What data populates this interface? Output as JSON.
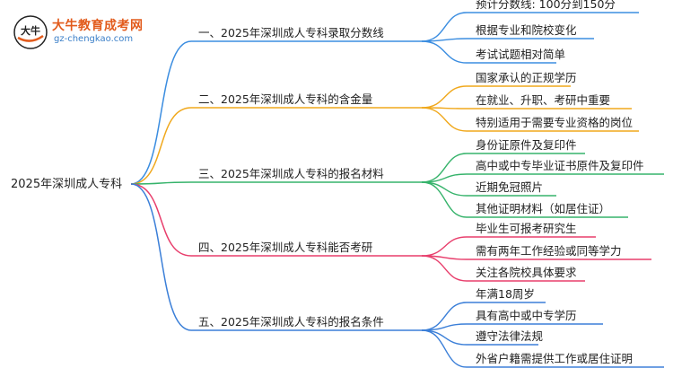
{
  "logo": {
    "badge_text": "大牛",
    "title": "大牛教育成考网",
    "url": "gz-chengkao.com"
  },
  "root": {
    "label": "2025年深圳成人专科"
  },
  "branches": [
    {
      "label": "一、2025年深圳成人专科录取分数线",
      "color": "#3b8de0",
      "leaves": [
        "预计分数线: 100分到150分",
        "根据专业和院校变化",
        "考试试题相对简单"
      ]
    },
    {
      "label": "二、2025年深圳成人专科的含金量",
      "color": "#f0a81c",
      "leaves": [
        "国家承认的正规学历",
        "在就业、升职、考研中重要",
        "特别适用于需要专业资格的岗位"
      ]
    },
    {
      "label": "三、2025年深圳成人专科的报名材料",
      "color": "#36b36b",
      "leaves": [
        "身份证原件及复印件",
        "高中或中专毕业证书原件及复印件",
        "近期免冠照片",
        "其他证明材料（如居住证）"
      ]
    },
    {
      "label": "四、2025年深圳成人专科能否考研",
      "color": "#e83e6c",
      "leaves": [
        "毕业生可报考研究生",
        "需有两年工作经验或同等学力",
        "关注各院校具体要求"
      ]
    },
    {
      "label": "五、2025年深圳成人专科的报名条件",
      "color": "#3b7fd8",
      "leaves": [
        "年满18周岁",
        "具有高中或中专学历",
        "遵守法律法规",
        "外省户籍需提供工作或居住证明"
      ]
    }
  ]
}
